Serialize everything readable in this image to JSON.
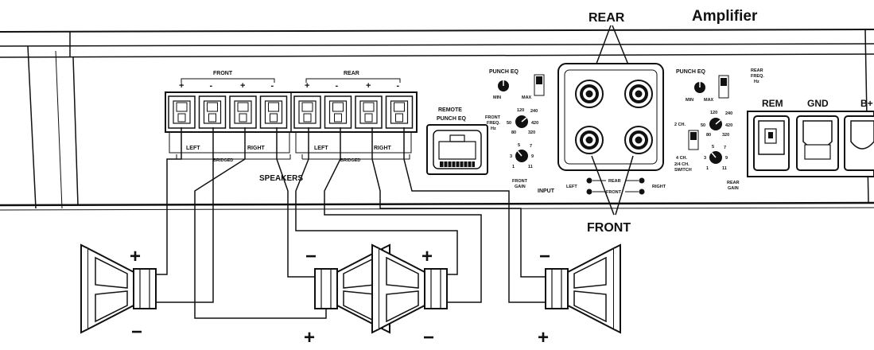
{
  "title": "Amplifier",
  "rca_callouts": {
    "rear": "REAR",
    "front": "FRONT"
  },
  "terminal_block": {
    "front_label": "FRONT",
    "rear_label": "REAR",
    "polarity": [
      "+",
      "-",
      "+",
      "-",
      "+",
      "-",
      "+",
      "-"
    ],
    "front_left": "LEFT",
    "front_right": "RIGHT",
    "front_bridged": "BRIDGED",
    "rear_left": "LEFT",
    "rear_right": "RIGHT",
    "rear_bridged": "BRIDGED",
    "speakers_label": "SPEAKERS"
  },
  "remote": {
    "label_line1": "REMOTE",
    "label_line2": "PUNCH EQ"
  },
  "controls": {
    "punch_eq_1": "PUNCH EQ",
    "punch_eq_2": "PUNCH EQ",
    "min": "MIN",
    "max": "MAX",
    "front_freq": [
      "FRONT",
      "FREQ.",
      "Hz"
    ],
    "front_gain": [
      "FRONT",
      "GAIN"
    ],
    "rear_freq": [
      "REAR",
      "FREQ.",
      "Hz"
    ],
    "rear_gain": [
      "REAR",
      "GAIN"
    ],
    "freq_ticks": [
      "50",
      "120",
      "240",
      "420",
      "320",
      "80"
    ],
    "gain_ticks": [
      "3",
      "5",
      "7",
      "9",
      "11",
      "1"
    ],
    "ch_switch": [
      "2 CH.",
      "4 CH.",
      "2/4 CH.",
      "SWITCH"
    ],
    "input_label": "INPUT",
    "input_left": "LEFT",
    "input_right": "RIGHT",
    "input_rear": "REAR",
    "input_front": "FRONT"
  },
  "power_terminals": [
    "REM",
    "GND",
    "B+"
  ],
  "speaker_polarity": {
    "spk1": {
      "top": "+",
      "bottom": "−"
    },
    "spk2": {
      "top": "−",
      "bottom": "+"
    },
    "spk3": {
      "top": "+",
      "bottom": "−"
    },
    "spk4": {
      "top": "−",
      "bottom": "+"
    }
  }
}
